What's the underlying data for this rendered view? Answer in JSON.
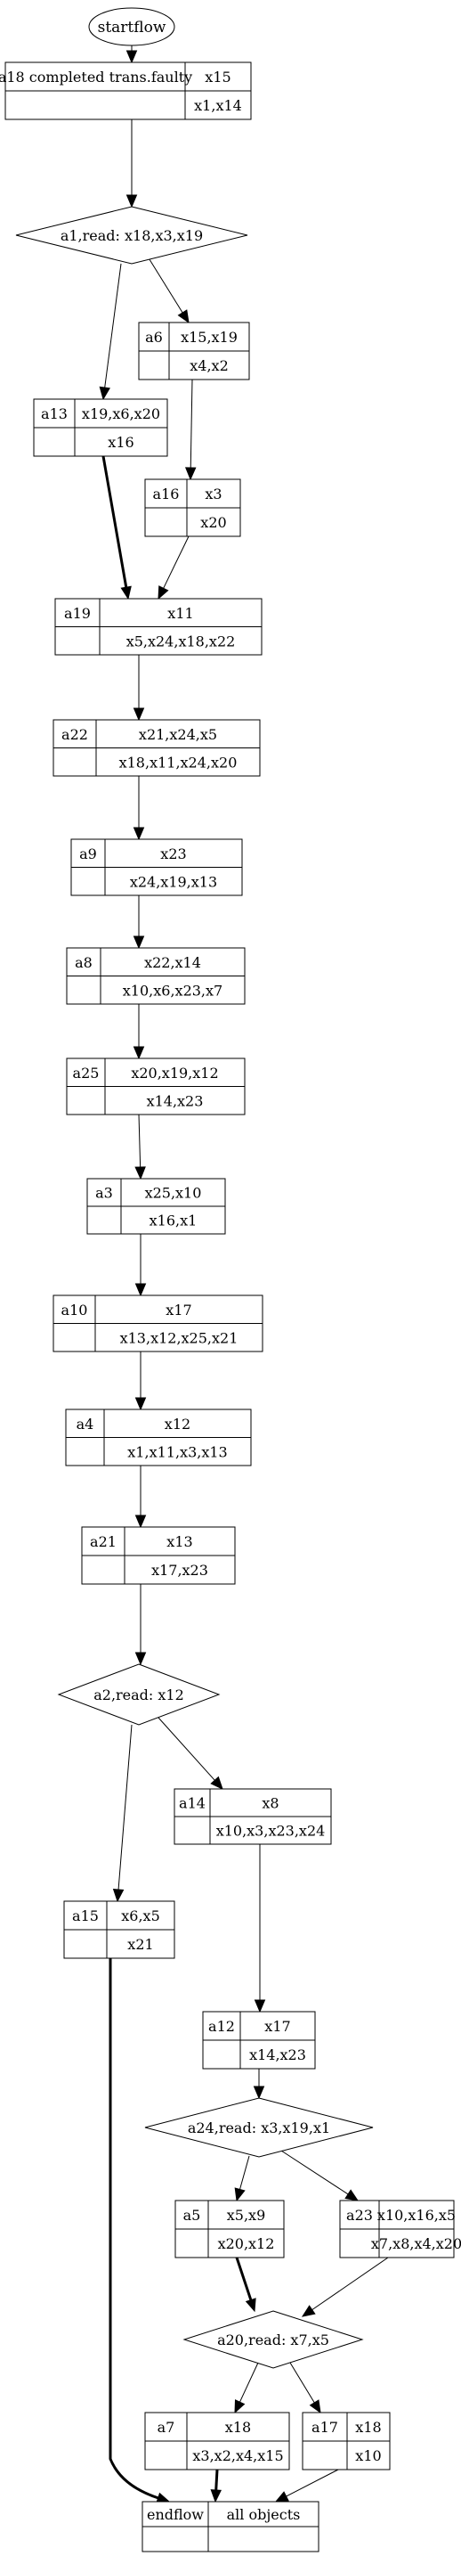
{
  "nodes": {
    "startflow": {
      "label": "startflow"
    },
    "a18": {
      "name": "a18 completed trans.faulty",
      "top": "x15",
      "bottom": "x1,x14"
    },
    "a1": {
      "label": "a1,read: x18,x3,x19"
    },
    "a6": {
      "name": "a6",
      "top": "x15,x19",
      "bottom": "x4,x2"
    },
    "a13": {
      "name": "a13",
      "top": "x19,x6,x20",
      "bottom": "x16"
    },
    "a16": {
      "name": "a16",
      "top": "x3",
      "bottom": "x20"
    },
    "a19": {
      "name": "a19",
      "top": "x11",
      "bottom": "x5,x24,x18,x22"
    },
    "a22": {
      "name": "a22",
      "top": "x21,x24,x5",
      "bottom": "x18,x11,x24,x20"
    },
    "a9": {
      "name": "a9",
      "top": "x23",
      "bottom": "x24,x19,x13"
    },
    "a8": {
      "name": "a8",
      "top": "x22,x14",
      "bottom": "x10,x6,x23,x7"
    },
    "a25": {
      "name": "a25",
      "top": "x20,x19,x12",
      "bottom": "x14,x23"
    },
    "a3": {
      "name": "a3",
      "top": "x25,x10",
      "bottom": "x16,x1"
    },
    "a10": {
      "name": "a10",
      "top": "x17",
      "bottom": "x13,x12,x25,x21"
    },
    "a4": {
      "name": "a4",
      "top": "x12",
      "bottom": "x1,x11,x3,x13"
    },
    "a21": {
      "name": "a21",
      "top": "x13",
      "bottom": "x17,x23"
    },
    "a2": {
      "label": "a2,read: x12"
    },
    "a14": {
      "name": "a14",
      "top": "x8",
      "bottom": "x10,x3,x23,x24"
    },
    "a15": {
      "name": "a15",
      "top": "x6,x5",
      "bottom": "x21"
    },
    "a12": {
      "name": "a12",
      "top": "x17",
      "bottom": "x14,x23"
    },
    "a24": {
      "label": "a24,read: x3,x19,x1"
    },
    "a5": {
      "name": "a5",
      "top": "x5,x9",
      "bottom": "x20,x12"
    },
    "a23": {
      "name": "a23",
      "top": "x10,x16,x5",
      "bottom": "x7,x8,x4,x20"
    },
    "a20": {
      "label": "a20,read: x7,x5"
    },
    "a7": {
      "name": "a7",
      "top": "x18",
      "bottom": "x3,x2,x4,x15"
    },
    "a17": {
      "name": "a17",
      "top": "x18",
      "bottom": "x10"
    },
    "endflow": {
      "name": "endflow",
      "top": "all objects",
      "bottom": ""
    }
  },
  "edges": [
    {
      "from": "startflow",
      "to": "a18",
      "bold": false
    },
    {
      "from": "a18",
      "to": "a1",
      "bold": false
    },
    {
      "from": "a1",
      "to": "a6",
      "bold": false
    },
    {
      "from": "a1",
      "to": "a13",
      "bold": false
    },
    {
      "from": "a6",
      "to": "a16",
      "bold": false
    },
    {
      "from": "a13",
      "to": "a19",
      "bold": true
    },
    {
      "from": "a16",
      "to": "a19",
      "bold": false
    },
    {
      "from": "a19",
      "to": "a22",
      "bold": false
    },
    {
      "from": "a22",
      "to": "a9",
      "bold": false
    },
    {
      "from": "a9",
      "to": "a8",
      "bold": false
    },
    {
      "from": "a8",
      "to": "a25",
      "bold": false
    },
    {
      "from": "a25",
      "to": "a3",
      "bold": false
    },
    {
      "from": "a3",
      "to": "a10",
      "bold": false
    },
    {
      "from": "a10",
      "to": "a4",
      "bold": false
    },
    {
      "from": "a4",
      "to": "a21",
      "bold": false
    },
    {
      "from": "a21",
      "to": "a2",
      "bold": false
    },
    {
      "from": "a2",
      "to": "a14",
      "bold": false
    },
    {
      "from": "a2",
      "to": "a15",
      "bold": false
    },
    {
      "from": "a14",
      "to": "a12",
      "bold": false
    },
    {
      "from": "a12",
      "to": "a24",
      "bold": false
    },
    {
      "from": "a24",
      "to": "a5",
      "bold": false
    },
    {
      "from": "a24",
      "to": "a23",
      "bold": false
    },
    {
      "from": "a5",
      "to": "a20",
      "bold": true
    },
    {
      "from": "a23",
      "to": "a20",
      "bold": false
    },
    {
      "from": "a20",
      "to": "a7",
      "bold": false
    },
    {
      "from": "a20",
      "to": "a17",
      "bold": false
    },
    {
      "from": "a15",
      "to": "endflow",
      "bold": true
    },
    {
      "from": "a7",
      "to": "endflow",
      "bold": true
    },
    {
      "from": "a17",
      "to": "endflow",
      "bold": false
    }
  ]
}
